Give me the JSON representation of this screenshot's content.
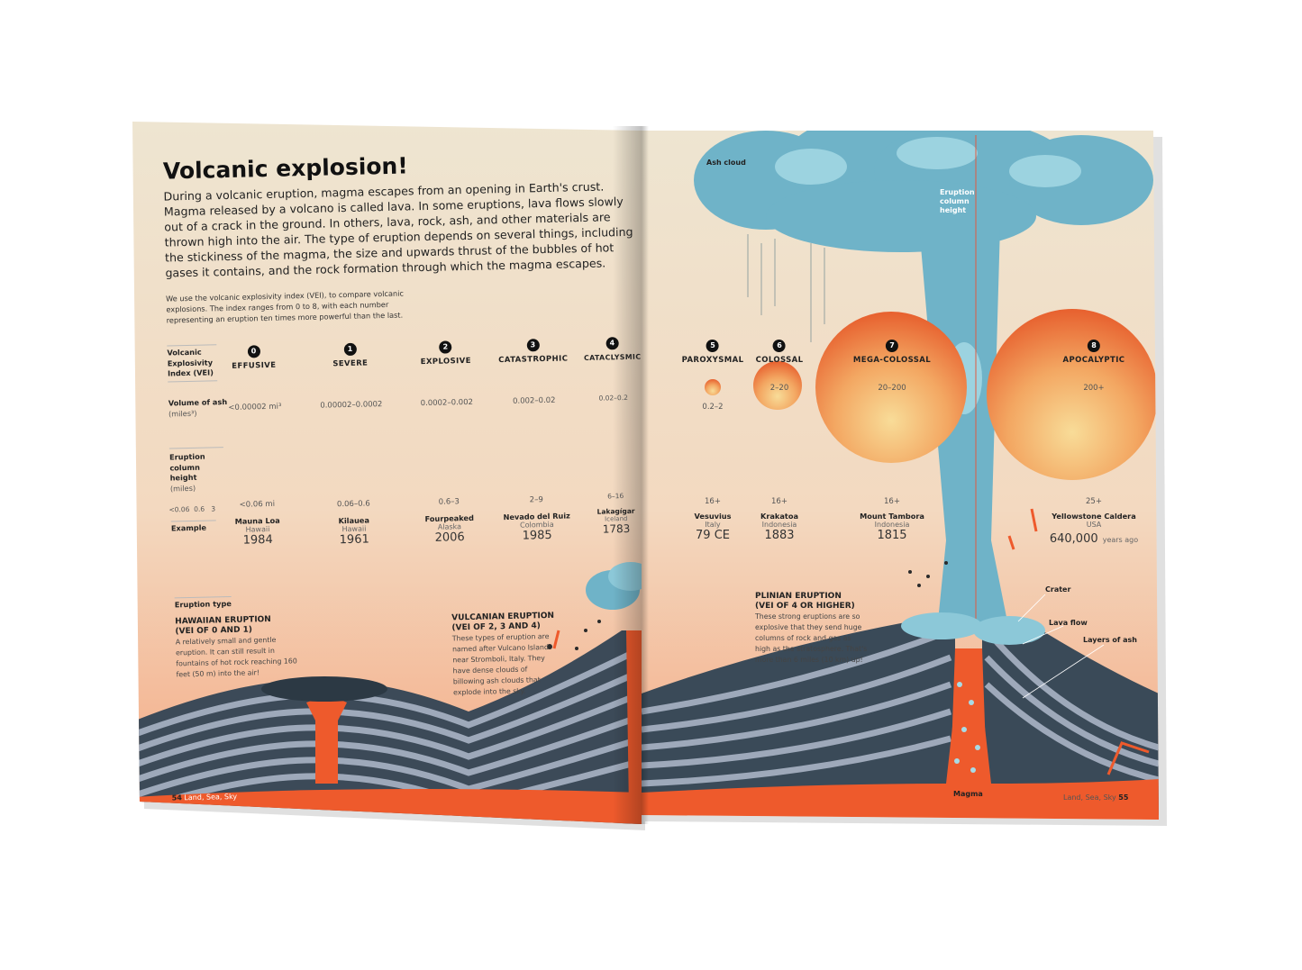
{
  "page_left": {
    "title": "Volcanic explosion!",
    "intro": "During a volcanic eruption, magma escapes from an opening in Earth's crust. Magma released by a volcano is called lava. In some eruptions, lava flows slowly out of a crack in the ground. In others, lava, rock, ash, and other materials are thrown high into the air. The type of eruption depends on several things, including the stickiness of the magma, the size and upwards thrust of the bubbles of hot gases it contains, and the rock formation through which the magma escapes.",
    "vei_note": "We use the volcanic explosivity index (VEI), to compare volcanic explosions. The index ranges from 0 to 8, with each number representing an eruption ten times more powerful than the last.",
    "row_labels": {
      "vei": "Volcanic Explosivity Index (VEI)",
      "volume_bold": "Volume of ash",
      "volume_unit": "(miles³)",
      "height_bold": "Eruption column height",
      "height_unit": "(miles)",
      "example": "Example"
    },
    "legend_scale": [
      "<0.06",
      "0.6",
      "3"
    ],
    "eruption_type_label": "Eruption type",
    "hawaiian": {
      "title": "HAWAIIAN ERUPTION",
      "subtitle": "(VEI OF 0 AND 1)",
      "body": "A relatively small and gentle eruption. It can still result in fountains of hot rock reaching 160 feet (50 m) into the air!"
    },
    "vulcanian": {
      "title": "VULCANIAN ERUPTION",
      "subtitle": "(VEI OF 2, 3 AND 4)",
      "body": "These types of eruption are named after Vulcano Island near Stromboli, Italy. They have dense clouds of billowing ash clouds that explode into the sky."
    },
    "footer": {
      "page": "54",
      "book": "Land, Sea, Sky"
    }
  },
  "vei_levels": [
    {
      "vei": "0",
      "category": "EFFUSIVE",
      "volume": "<0.00002 mi³",
      "height": "<0.06 mi",
      "example": "Mauna Loa",
      "country": "Hawaii",
      "year": "1984"
    },
    {
      "vei": "1",
      "category": "SEVERE",
      "volume": "0.00002–0.0002",
      "height": "0.06–0.6",
      "example": "Kilauea",
      "country": "Hawaii",
      "year": "1961"
    },
    {
      "vei": "2",
      "category": "EXPLOSIVE",
      "volume": "0.0002–0.002",
      "height": "0.6–3",
      "example": "Fourpeaked",
      "country": "Alaska",
      "year": "2006"
    },
    {
      "vei": "3",
      "category": "CATASTROPHIC",
      "volume": "0.002–0.02",
      "height": "2–9",
      "example": "Nevado del Ruiz",
      "country": "Colombia",
      "year": "1985"
    },
    {
      "vei": "4",
      "category": "CATACLYSMIC",
      "volume": "0.02–0.2",
      "height": "6–16",
      "example": "Lakagígar",
      "country": "Iceland",
      "year": "1783"
    },
    {
      "vei": "5",
      "category": "PAROXYSMAL",
      "volume": "0.2–2",
      "height": "16+",
      "example": "Vesuvius",
      "country": "Italy",
      "year": "79 CE"
    },
    {
      "vei": "6",
      "category": "COLOSSAL",
      "volume": "2–20",
      "height": "16+",
      "example": "Krakatoa",
      "country": "Indonesia",
      "year": "1883"
    },
    {
      "vei": "7",
      "category": "MEGA-COLOSSAL",
      "volume": "20–200",
      "height": "16+",
      "example": "Mount Tambora",
      "country": "Indonesia",
      "year": "1815"
    },
    {
      "vei": "8",
      "category": "APOCALYPTIC",
      "volume": "200+",
      "height": "25+",
      "example": "Yellowstone Caldera",
      "country": "USA",
      "year": "640,000",
      "year_suffix": "years ago"
    }
  ],
  "page_right": {
    "ash_cloud_label": "Ash cloud",
    "column_height_label": "Eruption column height",
    "plinian": {
      "title": "PLINIAN ERUPTION",
      "subtitle": "(VEI OF 4 OR HIGHER)",
      "body": "These strong eruptions are so explosive that they send huge columns of rock and gas as high as the stratosphere. That's more than 6 miles (10 km) up!"
    },
    "labels": {
      "crater": "Crater",
      "lava_flow": "Lava flow",
      "layers_of_ash": "Layers of ash",
      "magma": "Magma"
    },
    "footer": {
      "book": "Land, Sea, Sky",
      "page": "55"
    }
  },
  "colors": {
    "page_top": "#efe6d2",
    "page_bottom": "#f4b08a",
    "ash_blue": "#6fb3c8",
    "rock_dark": "#3a4a58",
    "rock_light": "#9aa7b8",
    "lava": "#ee5a2c",
    "sphere_outer": "#e8642e",
    "sphere_inner": "#f7d58f"
  }
}
